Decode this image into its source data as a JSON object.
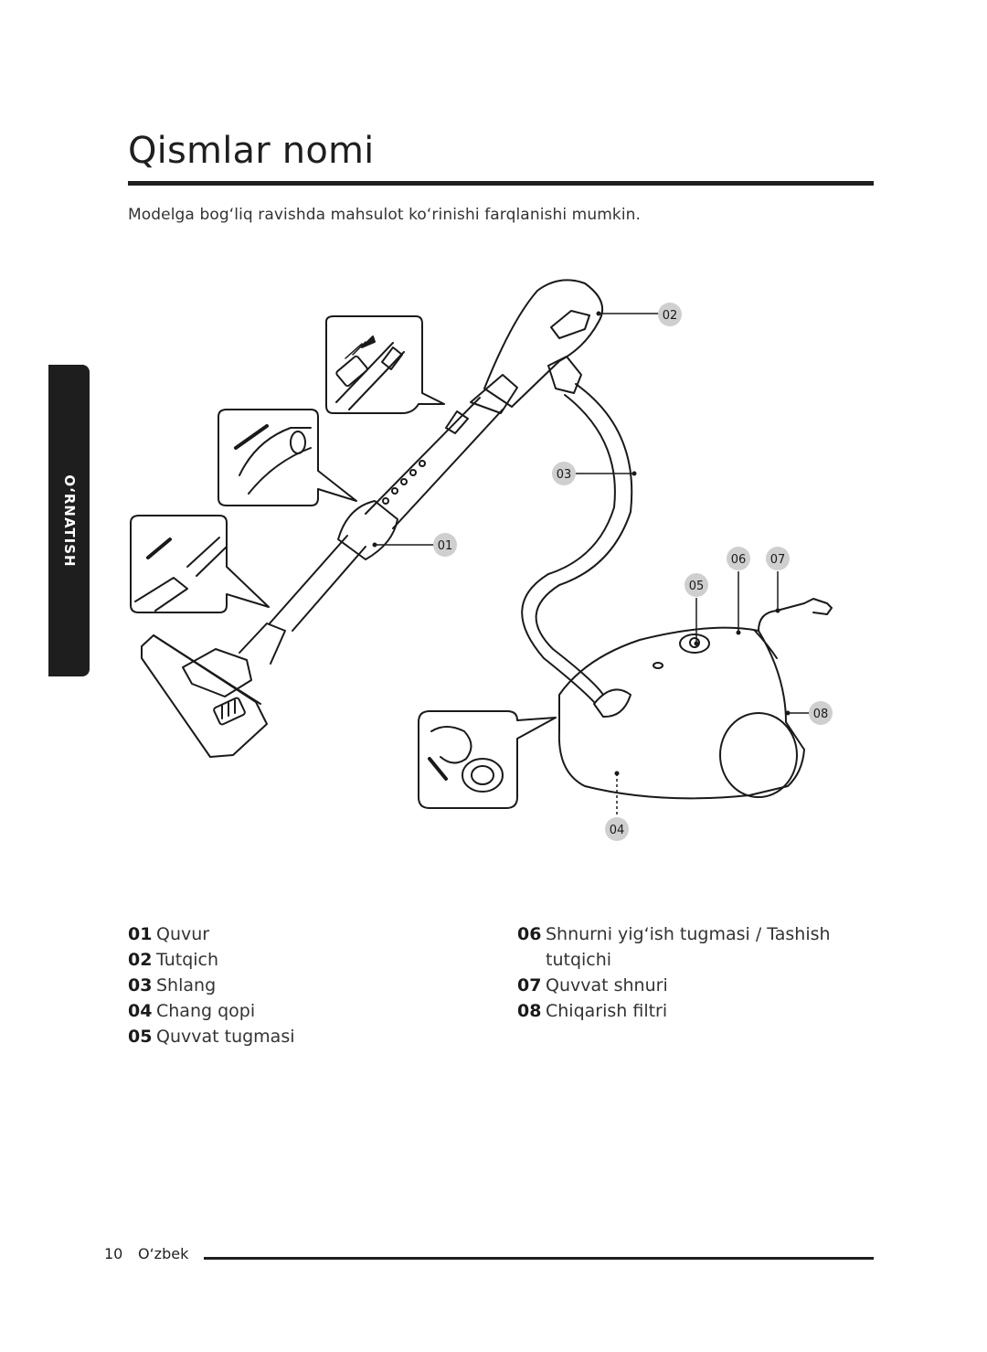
{
  "page": {
    "title": "Qismlar nomi",
    "subtitle": "Modelga bog‘liq ravishda mahsulot ko‘rinishi farqlanishi mumkin.",
    "side_tab": "O‘RNATISH"
  },
  "callouts": {
    "c01": "01",
    "c02": "02",
    "c03": "03",
    "c04": "04",
    "c05": "05",
    "c06": "06",
    "c07": "07",
    "c08": "08"
  },
  "legend_left": [
    {
      "num": "01",
      "label": "Quvur"
    },
    {
      "num": "02",
      "label": "Tutqich"
    },
    {
      "num": "03",
      "label": "Shlang"
    },
    {
      "num": "04",
      "label": "Chang qopi"
    },
    {
      "num": "05",
      "label": "Quvvat tugmasi"
    }
  ],
  "legend_right": [
    {
      "num": "06",
      "label": "Shnurni yig‘ish tugmasi / Tashish tutqichi"
    },
    {
      "num": "07",
      "label": "Quvvat shnuri"
    },
    {
      "num": "08",
      "label": "Chiqarish filtri"
    }
  ],
  "footer": {
    "page_number": "10",
    "language": "O‘zbek"
  }
}
